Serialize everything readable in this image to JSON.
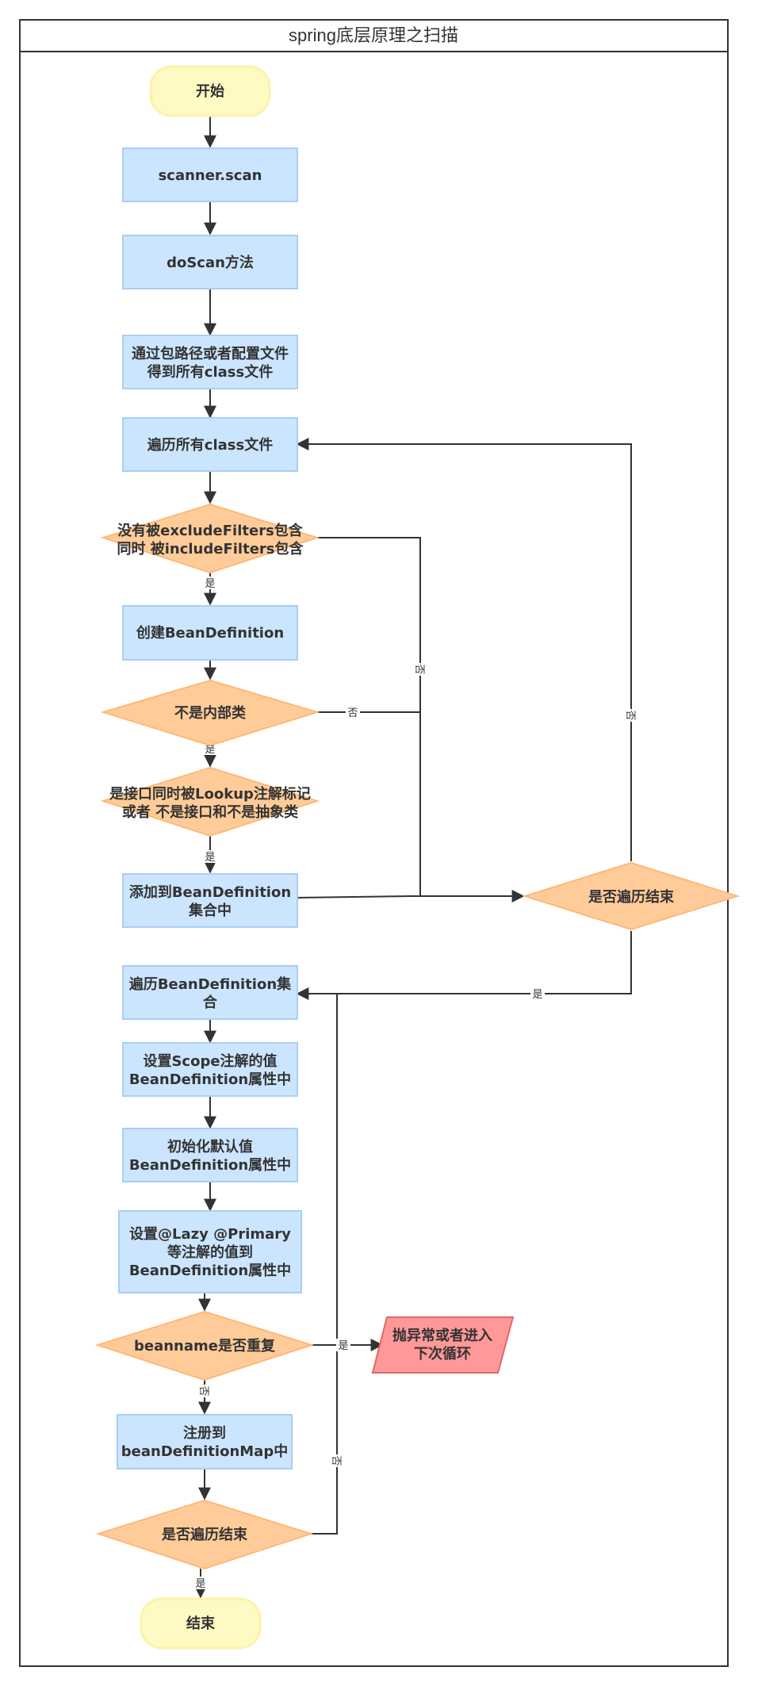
{
  "diagram": {
    "title": "spring底层原理之扫描",
    "colors": {
      "terminal_fill": "#fff9c4",
      "terminal_stroke": "#fff2a8",
      "process_fill": "#cce5ff",
      "process_stroke": "#a6cff5",
      "decision_fill": "#ffcc99",
      "decision_stroke": "#ffb877",
      "error_fill": "#ff9999",
      "error_stroke": "#e06666",
      "edge": "#333333"
    },
    "nodes": {
      "start": {
        "label": [
          "开始"
        ]
      },
      "scan": {
        "label": [
          "scanner.scan"
        ]
      },
      "do_scan": {
        "label": [
          "doScan方法"
        ]
      },
      "get_class_files": {
        "label": [
          "通过包路径或者配置文件",
          "得到所有class文件"
        ]
      },
      "iterate_class_files": {
        "label": [
          "遍历所有class文件"
        ]
      },
      "check_filters": {
        "label": [
          "没有被excludeFilters包含",
          "同时 被includeFilters包含"
        ]
      },
      "create_bean_def": {
        "label": [
          "创建BeanDefinition"
        ]
      },
      "not_inner_class": {
        "label": [
          "不是内部类"
        ]
      },
      "check_interface": {
        "label": [
          "是接口同时被Lookup注解标记",
          "或者 不是接口和不是抽象类"
        ]
      },
      "add_bean_def": {
        "label": [
          "添加到BeanDefinition",
          "集合中"
        ]
      },
      "iteration_done_1": {
        "label": [
          "是否遍历结束"
        ]
      },
      "iterate_bean_defs": {
        "label": [
          "遍历BeanDefinition集",
          "合"
        ]
      },
      "set_scope": {
        "label": [
          "设置Scope注解的值",
          "BeanDefinition属性中"
        ]
      },
      "init_defaults": {
        "label": [
          "初始化默认值",
          "BeanDefinition属性中"
        ]
      },
      "set_annotations": {
        "label": [
          "设置@Lazy  @Primary",
          "等注解的值到",
          "BeanDefinition属性中"
        ]
      },
      "check_beanname": {
        "label": [
          "beanname是否重复"
        ]
      },
      "throw_or_next": {
        "label": [
          "抛异常或者进入",
          "下次循环"
        ]
      },
      "register": {
        "label": [
          "注册到",
          "beanDefinitionMap中"
        ]
      },
      "iteration_done_2": {
        "label": [
          "是否遍历结束"
        ]
      },
      "end": {
        "label": [
          "结束"
        ]
      }
    },
    "edge_labels": {
      "filters_yes": "是",
      "filters_no": "否",
      "inner_no": "否",
      "inner_yes": "是",
      "interface_yes": "是",
      "loop1_no": "否",
      "loop1_yes": "是",
      "beanname_yes": "是",
      "beanname_no": "否",
      "loop2_no": "否",
      "loop2_yes": "是"
    }
  }
}
